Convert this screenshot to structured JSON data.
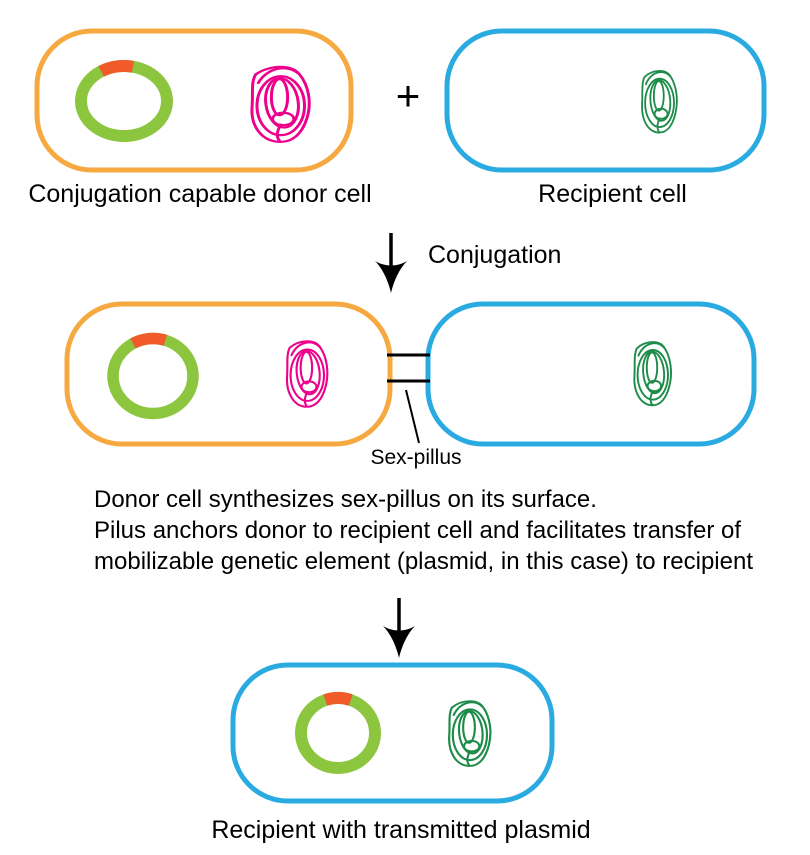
{
  "colors": {
    "donor_membrane": "#F7A941",
    "recipient_membrane": "#29ABE2",
    "plasmid_ring": "#8CC63F",
    "plasmid_marker": "#F15A29",
    "donor_chromosome": "#EC008C",
    "recipient_chromosome": "#1E8C49",
    "line": "#000000"
  },
  "stage_initial": {
    "donor_label": "Conjugation capable donor cell",
    "plus_sign": "+",
    "recipient_label": "Recipient cell"
  },
  "conjugation_step": {
    "arrow_label": "Conjugation"
  },
  "stage_conjugating": {
    "sex_pillus_label": "Sex-pillus"
  },
  "description": {
    "line1": "Donor cell synthesizes sex-pillus on its surface.",
    "line2": "Pilus anchors donor to recipient cell and facilitates transfer of",
    "line3": "mobilizable genetic element (plasmid, in this case) to recipient"
  },
  "stage_result": {
    "label": "Recipient with transmitted plasmid"
  }
}
